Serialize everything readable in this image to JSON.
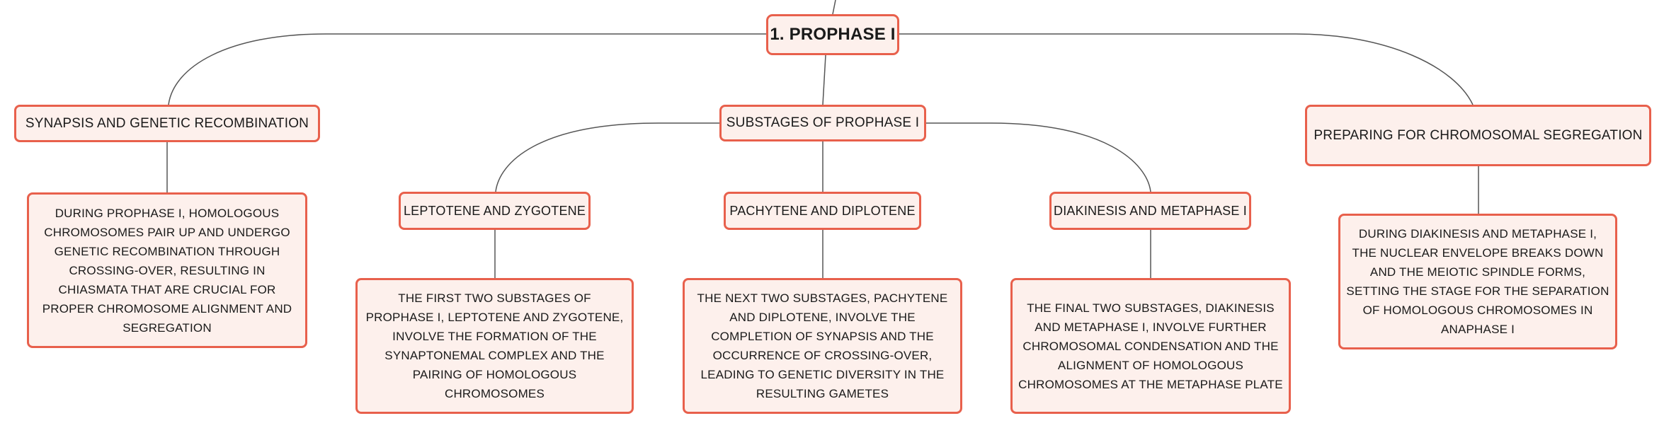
{
  "root": {
    "label": "1. PROPHASE I"
  },
  "branches": {
    "synapsis": {
      "label": "SYNAPSIS AND GENETIC RECOMBINATION",
      "detail": "DURING PROPHASE I, HOMOLOGOUS CHROMOSOMES PAIR UP AND UNDERGO GENETIC RECOMBINATION THROUGH CROSSING-OVER, RESULTING IN CHIASMATA THAT ARE CRUCIAL FOR PROPER CHROMOSOME ALIGNMENT AND SEGREGATION"
    },
    "substages": {
      "label": "SUBSTAGES OF PROPHASE I",
      "children": [
        {
          "label": "LEPTOTENE AND ZYGOTENE",
          "detail": "THE FIRST TWO SUBSTAGES OF PROPHASE I, LEPTOTENE AND ZYGOTENE, INVOLVE THE FORMATION OF THE SYNAPTONEMAL COMPLEX AND THE PAIRING OF HOMOLOGOUS CHROMOSOMES"
        },
        {
          "label": "PACHYTENE AND DIPLOTENE",
          "detail": "THE NEXT TWO SUBSTAGES, PACHYTENE AND DIPLOTENE, INVOLVE THE COMPLETION OF SYNAPSIS AND THE OCCURRENCE OF CROSSING-OVER, LEADING TO GENETIC DIVERSITY IN THE RESULTING GAMETES"
        },
        {
          "label": "DIAKINESIS AND METAPHASE I",
          "detail": "THE FINAL TWO SUBSTAGES, DIAKINESIS AND METAPHASE I, INVOLVE FURTHER CHROMOSOMAL CONDENSATION AND THE ALIGNMENT OF HOMOLOGOUS CHROMOSOMES AT THE METAPHASE PLATE"
        }
      ]
    },
    "segregation": {
      "label": "PREPARING FOR CHROMOSOMAL SEGREGATION",
      "detail": "DURING DIAKINESIS AND METAPHASE I, THE NUCLEAR ENVELOPE BREAKS DOWN AND THE MEIOTIC SPINDLE FORMS, SETTING THE STAGE FOR THE SEPARATION OF HOMOLOGOUS CHROMOSOMES IN ANAPHASE I"
    }
  },
  "colors": {
    "node_fill": "#fdf0ec",
    "node_border": "#e8604c",
    "connector": "#555555",
    "text": "#1a1a1a"
  }
}
